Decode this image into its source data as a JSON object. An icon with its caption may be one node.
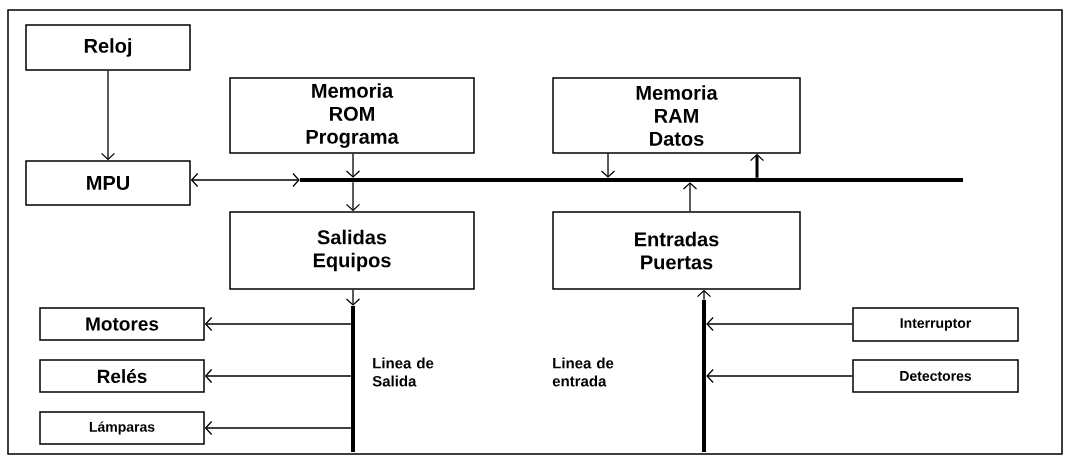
{
  "diagram": {
    "nodes": [
      {
        "text": [
          "Reloj"
        ]
      },
      {
        "text": [
          "Memoria ROM Programa"
        ]
      },
      {
        "text": [
          "Memoria RAM Datos"
        ]
      },
      {
        "text": [
          "MPU"
        ]
      },
      {
        "text": [],
        "shape": "bar"
      },
      {
        "text": [
          "Salidas Equipos"
        ]
      },
      {
        "text": [
          "Entradas Puertas"
        ]
      },
      {
        "text": [],
        "shape": "bar"
      },
      {
        "text": [],
        "shape": "bar"
      },
      {
        "text": [
          "Motores"
        ]
      },
      {
        "text": [
          "Interruptor"
        ]
      },
      {
        "text": [
          "Relés"
        ]
      },
      {
        "text": [
          "Detectores"
        ]
      },
      {
        "text": [
          "Lámparas"
        ]
      }
    ],
    "edges": [
      {
        "from": 0,
        "to": 3,
        "arrow": "to"
      },
      {
        "from": 3,
        "to": 4,
        "arrow": "both"
      },
      {
        "from": 1,
        "to": 4,
        "arrow": "to"
      },
      {
        "from": 4,
        "to": 5,
        "arrow": "to"
      },
      {
        "from": 2,
        "to": 4,
        "arrow": "to"
      },
      {
        "from": 4,
        "to": 2,
        "arrow": "to",
        "style": "thick"
      },
      {
        "from": 6,
        "to": 4,
        "arrow": "to"
      },
      {
        "from": 5,
        "to": 7,
        "arrow": "to"
      },
      {
        "from": 7,
        "to": 9,
        "arrow": "to"
      },
      {
        "from": 7,
        "to": 11,
        "arrow": "to"
      },
      {
        "from": 7,
        "to": 13,
        "arrow": "to"
      },
      {
        "from": 8,
        "to": 6,
        "arrow": "to"
      },
      {
        "from": 10,
        "to": 8,
        "arrow": "to"
      },
      {
        "from": 12,
        "to": 8,
        "arrow": "to"
      }
    ],
    "labels": [
      "Linea de Salida",
      "Linea de entrada"
    ]
  }
}
